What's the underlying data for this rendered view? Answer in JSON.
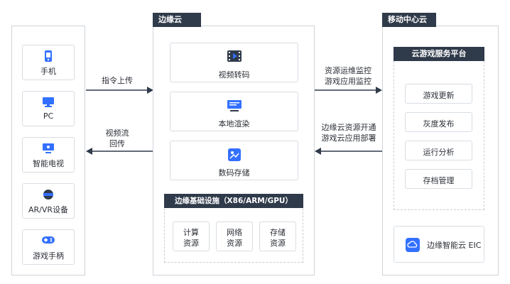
{
  "devices": {
    "items": [
      {
        "label": "手机",
        "icon": "phone-icon"
      },
      {
        "label": "PC",
        "icon": "monitor-icon"
      },
      {
        "label": "智能电视",
        "icon": "tv-icon"
      },
      {
        "label": "AR/VR设备",
        "icon": "vr-headset-icon"
      },
      {
        "label": "游戏手柄",
        "icon": "gamepad-icon"
      }
    ]
  },
  "flows": {
    "left_to_edge": "指令上传",
    "edge_to_left_line1": "视频流",
    "edge_to_left_line2": "回传",
    "edge_to_center_line1": "资源运维监控",
    "edge_to_center_line2": "游戏应用监控",
    "center_to_edge_line1": "边缘云资源开通",
    "center_to_edge_line2": "游戏云应用部署"
  },
  "edge": {
    "title": "边缘云",
    "services": [
      {
        "label": "视频转码",
        "icon": "video-transcode-icon"
      },
      {
        "label": "本地渲染",
        "icon": "render-monitor-icon"
      },
      {
        "label": "数码存储",
        "icon": "image-storage-icon"
      }
    ],
    "infra_title": "边缘基础设施（X86/ARM/GPU）",
    "infra_items": [
      {
        "line1": "计算",
        "line2": "资源"
      },
      {
        "line1": "网络",
        "line2": "资源"
      },
      {
        "line1": "存储",
        "line2": "资源"
      }
    ]
  },
  "center": {
    "title": "移动中心云",
    "platform_title": "云游戏服务平台",
    "platform_items": [
      "游戏更新",
      "灰度发布",
      "运行分析",
      "存档管理"
    ],
    "eic_label": "边缘智能云 EIC",
    "eic_icon": "cloud-eic-icon"
  },
  "colors": {
    "accent": "#3370ff",
    "dark": "#2f3a4a"
  }
}
